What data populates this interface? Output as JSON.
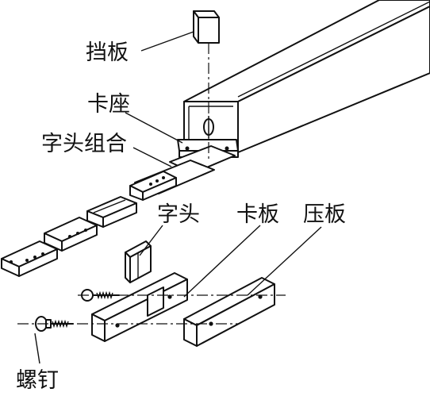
{
  "labels": {
    "baffle": "挡板",
    "card_seat": "卡座",
    "type_head_assembly": "字头组合",
    "type_head": "字头",
    "card_plate": "卡板",
    "pressure_plate": "压板",
    "screw": "螺钉"
  }
}
